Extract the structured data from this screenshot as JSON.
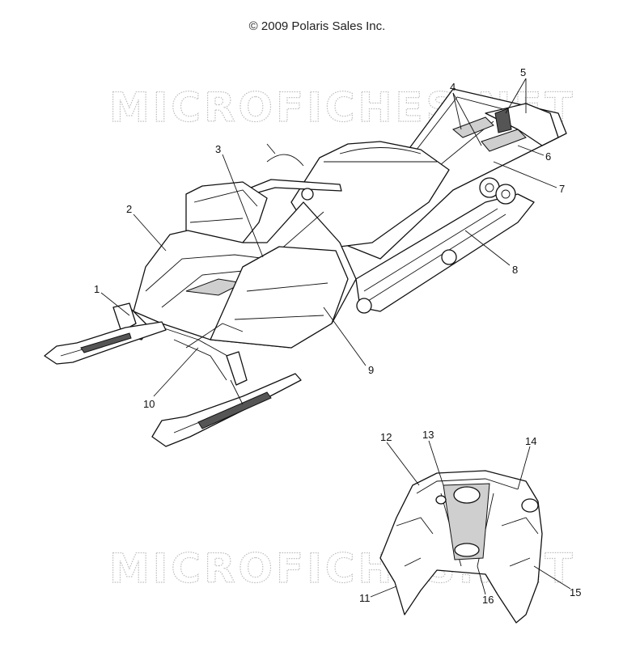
{
  "header": {
    "copyright": "© 2009 Polaris Sales Inc."
  },
  "watermark": {
    "text": "MICROFICHES.NET"
  },
  "callouts": [
    {
      "id": "1",
      "label": "1"
    },
    {
      "id": "2",
      "label": "2"
    },
    {
      "id": "3",
      "label": "3"
    },
    {
      "id": "4",
      "label": "4"
    },
    {
      "id": "5",
      "label": "5"
    },
    {
      "id": "6",
      "label": "6"
    },
    {
      "id": "7",
      "label": "7"
    },
    {
      "id": "8",
      "label": "8"
    },
    {
      "id": "9",
      "label": "9"
    },
    {
      "id": "10",
      "label": "10"
    },
    {
      "id": "11",
      "label": "11"
    },
    {
      "id": "12",
      "label": "12"
    },
    {
      "id": "13",
      "label": "13"
    },
    {
      "id": "14",
      "label": "14"
    },
    {
      "id": "15",
      "label": "15"
    },
    {
      "id": "16",
      "label": "16"
    }
  ]
}
